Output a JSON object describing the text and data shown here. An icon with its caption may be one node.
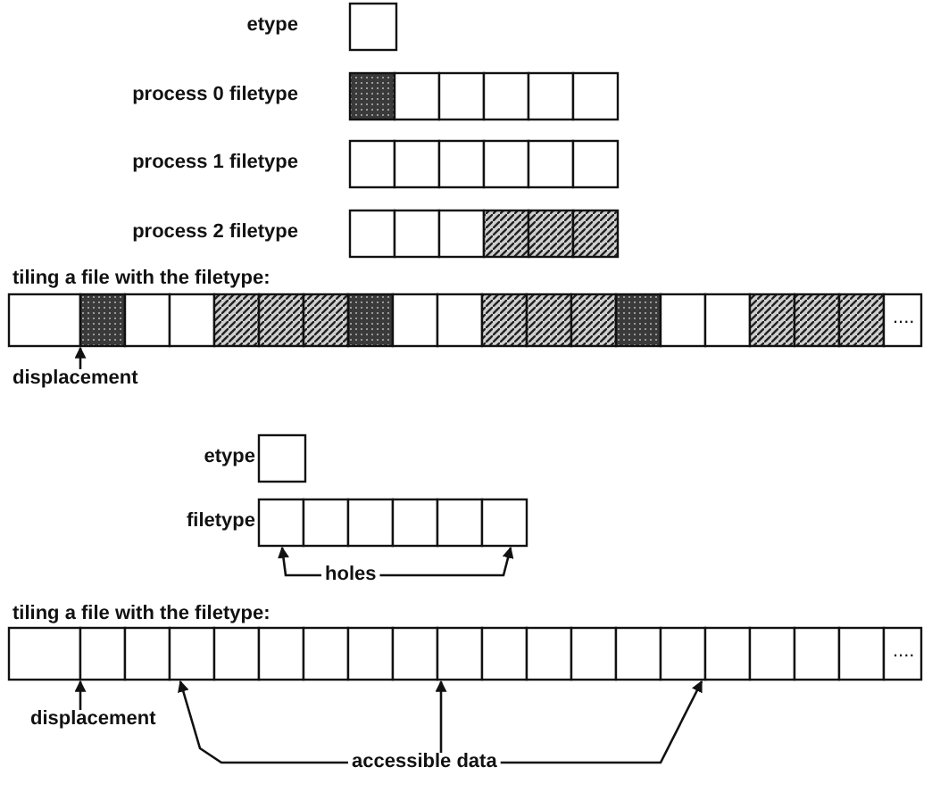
{
  "diagram": {
    "nodes": [
      {
        "text": [],
        "shape": "box",
        "beside": [
          "etype"
        ]
      },
      {
        "text": [],
        "shape": "bar",
        "beside": [
          "process 0 filetype"
        ]
      },
      {
        "text": [],
        "shape": "bar",
        "beside": [
          "process 1 filetype"
        ]
      },
      {
        "text": [],
        "shape": "bar",
        "beside": [
          "process 2 filetype"
        ]
      },
      {
        "text": [],
        "shape": "bar",
        "beside": [
          "tiling a file with the filetype:"
        ]
      },
      {
        "text": [
          "displacement"
        ]
      },
      {
        "text": [],
        "shape": "box",
        "beside": [
          "etype"
        ]
      },
      {
        "text": [],
        "shape": "bar",
        "beside": [
          "filetype"
        ]
      },
      {
        "text": [
          "holes"
        ]
      },
      {
        "text": [],
        "shape": "bar",
        "beside": [
          "tiling a file with the filetype:"
        ]
      },
      {
        "text": [
          "displacement"
        ]
      },
      {
        "text": [
          "accessible data"
        ]
      }
    ],
    "edges": [
      {
        "from": 5,
        "to": 4,
        "arrow": "to"
      },
      {
        "from": 8,
        "to": 7,
        "arrow": "to"
      },
      {
        "from": 8,
        "to": 7,
        "arrow": "to"
      },
      {
        "from": 10,
        "to": 9,
        "arrow": "to"
      },
      {
        "from": 11,
        "to": 9,
        "arrow": "to"
      },
      {
        "from": 11,
        "to": 9,
        "arrow": "to"
      },
      {
        "from": 11,
        "to": 9,
        "arrow": "to"
      }
    ],
    "labels": [
      "....",
      "...."
    ]
  }
}
